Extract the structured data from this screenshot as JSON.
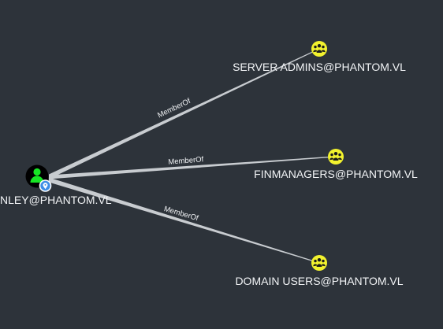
{
  "graph": {
    "background": "#2d333a",
    "edge_color": "#c8ccd0",
    "group_node_color": "#f2f22e",
    "user_node_color": "#000000",
    "user_icon_color": "#17e625",
    "badge_color": "#3e8ee6",
    "source_node": {
      "label": "NLEY@PHANTOM.VL",
      "type": "user",
      "icon": "user-icon",
      "badge_icon": "location-pin-icon"
    },
    "target_nodes": [
      {
        "label": "SERVER ADMINS@PHANTOM.VL",
        "type": "group",
        "icon": "group-icon"
      },
      {
        "label": "FINMANAGERS@PHANTOM.VL",
        "type": "group",
        "icon": "group-icon"
      },
      {
        "label": "DOMAIN USERS@PHANTOM.VL",
        "type": "group",
        "icon": "group-icon"
      }
    ],
    "edges": [
      {
        "label": "MemberOf",
        "target": 0
      },
      {
        "label": "MemberOf",
        "target": 1
      },
      {
        "label": "MemberOf",
        "target": 2
      }
    ]
  }
}
